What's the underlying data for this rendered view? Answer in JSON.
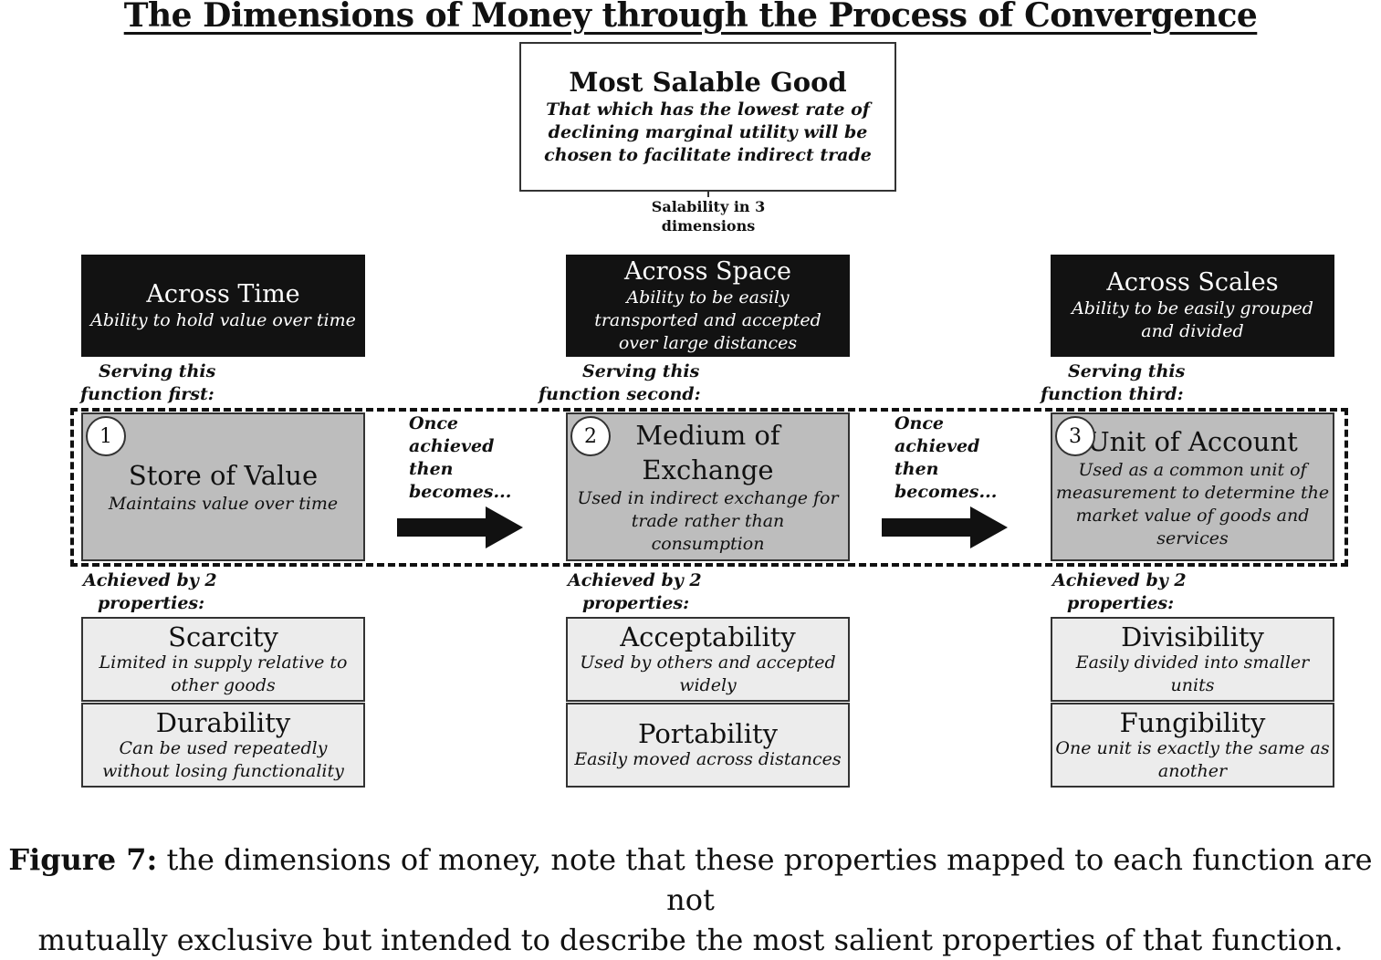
{
  "title": "The Dimensions of Money through the Process of Convergence",
  "top_box": {
    "heading": "Most Salable Good",
    "lines": [
      "That which has the lowest rate of",
      "declining marginal utility will be",
      "chosen to facilitate indirect trade"
    ]
  },
  "connector_label": [
    "Salability in 3",
    "dimensions"
  ],
  "dimensions": [
    {
      "heading": "Across Time",
      "lines": [
        "Ability to hold value over time"
      ],
      "serving": [
        "Serving this",
        "function first:"
      ],
      "function": {
        "number": "1",
        "heading": [
          "Store of Value"
        ],
        "lines": [
          "Maintains value over time"
        ]
      },
      "achieved": [
        "Achieved by 2",
        "properties:"
      ],
      "properties": [
        {
          "heading": "Scarcity",
          "lines": [
            "Limited in supply relative to",
            "other goods"
          ]
        },
        {
          "heading": "Durability",
          "lines": [
            "Can be used repeatedly",
            "without losing functionality"
          ]
        }
      ]
    },
    {
      "heading": "Across Space",
      "lines": [
        "Ability to be easily",
        "transported and accepted",
        "over large distances"
      ],
      "serving": [
        "Serving this",
        "function second:"
      ],
      "function": {
        "number": "2",
        "heading": [
          "Medium of",
          "Exchange"
        ],
        "lines": [
          "Used in indirect exchange for",
          "trade rather than",
          "consumption"
        ]
      },
      "achieved": [
        "Achieved by 2",
        "properties:"
      ],
      "properties": [
        {
          "heading": "Acceptability",
          "lines": [
            "Used by others and accepted",
            "widely"
          ]
        },
        {
          "heading": "Portability",
          "lines": [
            "Easily moved across distances"
          ]
        }
      ]
    },
    {
      "heading": "Across Scales",
      "lines": [
        "Ability to be easily grouped",
        "and divided"
      ],
      "serving": [
        "Serving this",
        "function third:"
      ],
      "function": {
        "number": "3",
        "heading": [
          "Unit of Account"
        ],
        "lines": [
          "Used as a common unit of",
          "measurement to determine the",
          "market value of goods and",
          "services"
        ]
      },
      "achieved": [
        "Achieved by 2",
        "properties:"
      ],
      "properties": [
        {
          "heading": "Divisibility",
          "lines": [
            "Easily divided into smaller",
            "units"
          ]
        },
        {
          "heading": "Fungibility",
          "lines": [
            "One unit is exactly the same as",
            "another"
          ]
        }
      ]
    }
  ],
  "transitions": [
    [
      "Once",
      "achieved",
      "then",
      "becomes..."
    ],
    [
      "Once",
      "achieved",
      "then",
      "becomes..."
    ]
  ],
  "caption": {
    "label": "Figure 7:",
    "line1": " the dimensions of money, note that these properties mapped to each function are not",
    "line2": "mutually exclusive but intended to describe the most salient properties of that function."
  }
}
